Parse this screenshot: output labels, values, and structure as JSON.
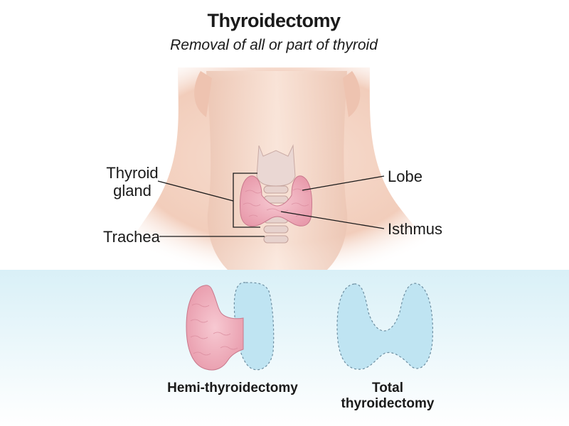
{
  "title": "Thyroidectomy",
  "subtitle": "Removal of all or part of thyroid",
  "labels": {
    "thyroid_gland_line1": "Thyroid",
    "thyroid_gland_line2": "gland",
    "trachea": "Trachea",
    "lobe": "Lobe",
    "isthmus": "Isthmus"
  },
  "captions": {
    "hemi": "Hemi-thyroidectomy",
    "total_line1": "Total",
    "total_line2": "thyroidectomy"
  },
  "colors": {
    "gland_tissue": "#f2b3bf",
    "removed_area": "#bfe4f2",
    "lower_panel": "#dff2f8",
    "skin": "#f6dccd",
    "trachea": "#e9d6d2"
  }
}
